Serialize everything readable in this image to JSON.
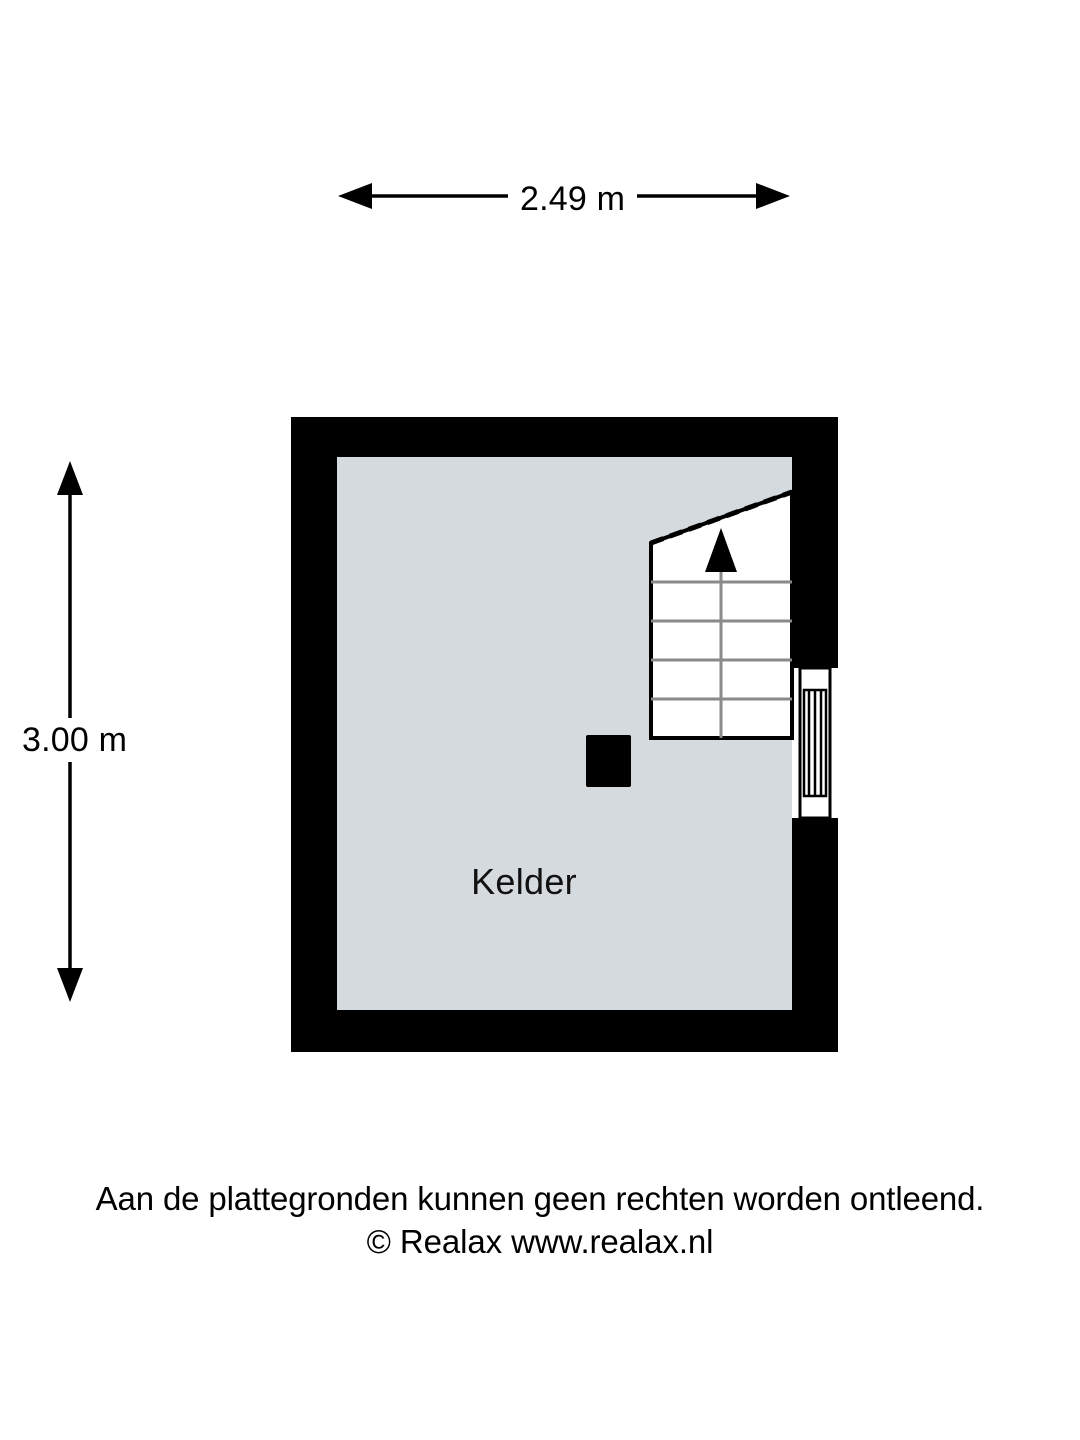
{
  "document": {
    "type": "floor-plan",
    "room_name": "Kelder",
    "background_color": "#ffffff"
  },
  "dimensions": {
    "width": {
      "label": "2.49 m",
      "value": 2.49,
      "unit": "m",
      "orientation": "horizontal"
    },
    "height": {
      "label": "3.00 m",
      "value": 3.0,
      "unit": "m",
      "orientation": "vertical"
    }
  },
  "room": {
    "label": "Kelder",
    "fill_color": "#d5dade",
    "wall_color": "#000000"
  },
  "features": {
    "staircase": {
      "name": "staircase",
      "direction_label": "up",
      "step_count": 5,
      "tread_fill": "#ffffff",
      "tread_line_color": "#8a8a8a"
    },
    "column": {
      "name": "column",
      "fill_color": "#000000"
    },
    "window": {
      "name": "window",
      "wall": "right",
      "pane_color": "#ffffff"
    }
  },
  "footer": {
    "disclaimer": "Aan de plattegronden kunnen geen rechten worden ontleend.",
    "copyright": "© Realax www.realax.nl"
  }
}
